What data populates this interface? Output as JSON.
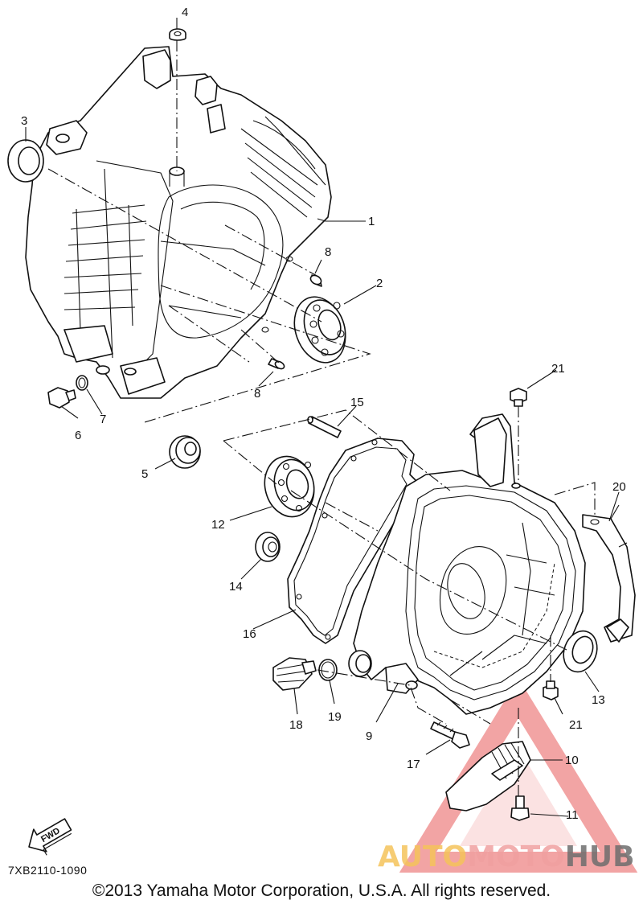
{
  "callouts": [
    {
      "id": "c1",
      "text": "1"
    },
    {
      "id": "c2",
      "text": "2"
    },
    {
      "id": "c3",
      "text": "3"
    },
    {
      "id": "c4",
      "text": "4"
    },
    {
      "id": "c5",
      "text": "5"
    },
    {
      "id": "c6",
      "text": "6"
    },
    {
      "id": "c7",
      "text": "7"
    },
    {
      "id": "c8a",
      "text": "8"
    },
    {
      "id": "c8b",
      "text": "8"
    },
    {
      "id": "c9",
      "text": "9"
    },
    {
      "id": "c10",
      "text": "10"
    },
    {
      "id": "c11",
      "text": "11"
    },
    {
      "id": "c12",
      "text": "12"
    },
    {
      "id": "c13",
      "text": "13"
    },
    {
      "id": "c14",
      "text": "14"
    },
    {
      "id": "c15",
      "text": "15"
    },
    {
      "id": "c16",
      "text": "16"
    },
    {
      "id": "c17",
      "text": "17"
    },
    {
      "id": "c18",
      "text": "18"
    },
    {
      "id": "c19",
      "text": "19"
    },
    {
      "id": "c20",
      "text": "20"
    },
    {
      "id": "c21a",
      "text": "21"
    },
    {
      "id": "c21b",
      "text": "21"
    }
  ],
  "fwd_arrow": {
    "label": "FWD"
  },
  "diagram_code": "7XB2110-1090",
  "copyright": "©2013 Yamaha Motor Corporation, U.S.A. All rights reserved.",
  "watermark": {
    "part1": "AUTO",
    "part2": "MOTO",
    "part3": "HUB",
    "colors": {
      "auto": "#f5c35a",
      "moto": "#f0a0a0",
      "hub": "#6d6d6d",
      "triangle": "#e85a5a"
    }
  }
}
